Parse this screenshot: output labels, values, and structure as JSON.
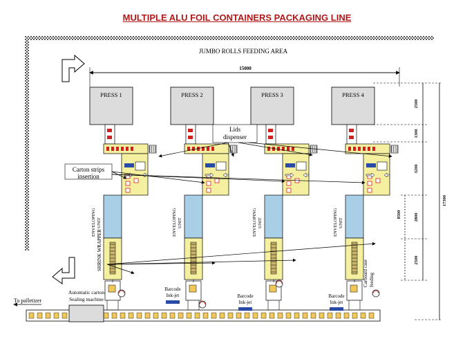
{
  "title": "MULTIPLE ALU FOIL CONTAINERS PACKAGING LINE",
  "area_label": "JUMBO ROLLS FEEDING AREA",
  "presses": [
    "PRESS 1",
    "PRESS 2",
    "PRESS 3",
    "PRESS 4"
  ],
  "dimensions": {
    "overall_width": "15000",
    "overall_height": "17300",
    "press_height": "2500",
    "feed_height": "1300",
    "upper_section": "3200",
    "envelop_section": "2800",
    "lower_section": "2500",
    "combined_section": "8500"
  },
  "labels": {
    "lids": "Lids dispenser",
    "carton": "Carton strips insertion",
    "enveloping": "ENVELOPING UNIT",
    "shrink": "SHRINK WRAPPER",
    "cardboard": "Carboard case feeding",
    "palletizer": "To palletizer",
    "sealing": "Automatic carton Sealing machine",
    "barcode": "Barcode Ink-jet"
  },
  "colors": {
    "title": "#b01818",
    "module": "#f4f0a0",
    "envelop": "#a9cfe6",
    "press": "#dcdcdc",
    "red": "#d02020",
    "conveyor": "#f0c85a",
    "blue": "#2a4aa8"
  }
}
